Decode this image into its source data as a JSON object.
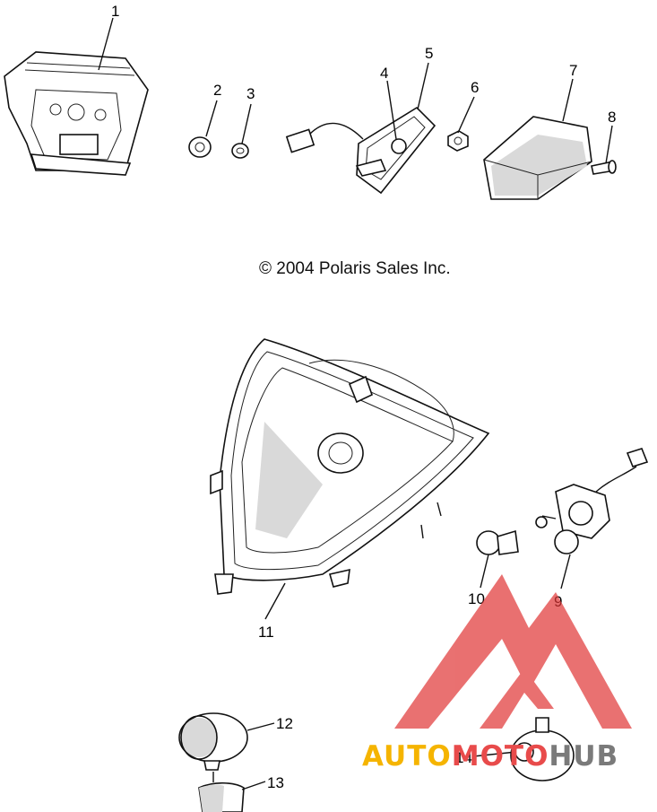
{
  "diagram": {
    "copyright": "© 2004 Polaris Sales Inc.",
    "callouts": [
      "1",
      "2",
      "3",
      "4",
      "5",
      "6",
      "7",
      "8",
      "9",
      "10",
      "11",
      "12",
      "13",
      "14"
    ],
    "watermark": {
      "text_parts": [
        "AUTO",
        "MOTO",
        "HUB"
      ],
      "colors": {
        "auto": "#f5b400",
        "moto": "#e84b4b",
        "hub": "#7a7a7a",
        "logo": "#e03535"
      }
    }
  }
}
